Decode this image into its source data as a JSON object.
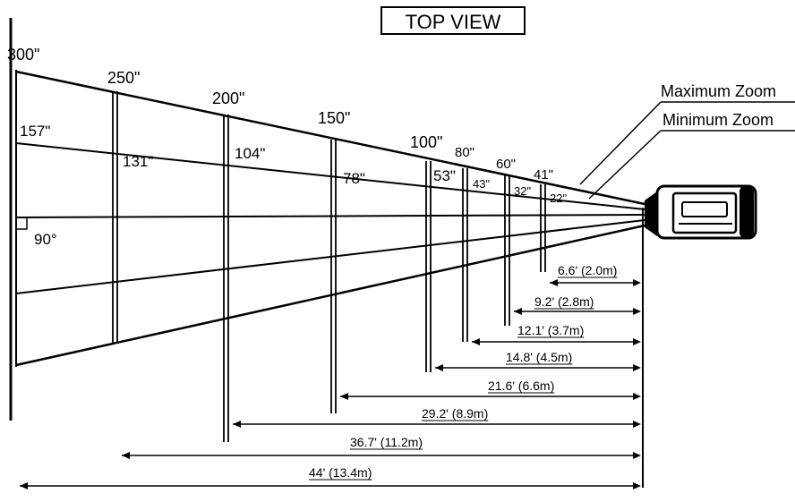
{
  "title": "TOP VIEW",
  "zoom_labels": {
    "max": "Maximum Zoom",
    "min": "Minimum Zoom"
  },
  "right_angle_label": "90°",
  "screens": [
    {
      "max_size": "300\"",
      "min_size": "157\"",
      "distance": "44' (13.4m)"
    },
    {
      "max_size": "250\"",
      "min_size": "131\"",
      "distance": "36.7' (11.2m)"
    },
    {
      "max_size": "200\"",
      "min_size": "104\"",
      "distance": "29.2' (8.9m)"
    },
    {
      "max_size": "150\"",
      "min_size": "78\"",
      "distance": "21.6' (6.6m)"
    },
    {
      "max_size": "100\"",
      "min_size": "53\"",
      "distance": "14.8' (4.5m)"
    },
    {
      "max_size": "80\"",
      "min_size": "43\"",
      "distance": "12.1' (3.7m)"
    },
    {
      "max_size": "60\"",
      "min_size": "32\"",
      "distance": "9.2' (2.8m)"
    },
    {
      "max_size": "41\"",
      "min_size": "22\"",
      "distance": "6.6' (2.0m)"
    }
  ]
}
